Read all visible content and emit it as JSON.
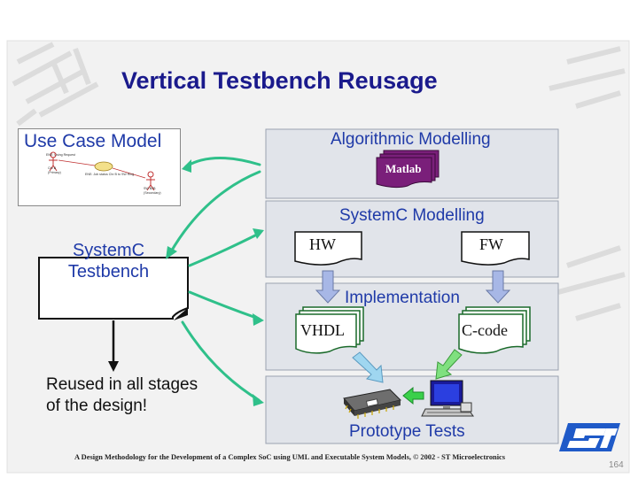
{
  "slide": {
    "title": "Vertical Testbench Reusage",
    "footer": "A Design Methodology for the Development of a Complex SoC using UML and Executable System Models, © 2002 - ST Microelectronics",
    "page_number": "164"
  },
  "use_case": {
    "label": "Use Case Model",
    "actors": [
      "Chr B",
      "SW B2B"
    ],
    "actor_roles": [
      "(Primary)",
      "(Secondary)"
    ],
    "messages": [
      "ENE: Using Request",
      "ENE: Job status Chr B to SW Ring"
    ]
  },
  "testbench": {
    "line1": "SystemC",
    "line2": "Testbench"
  },
  "reuse_note": {
    "line1": "Reused in all stages",
    "line2": "of the design!"
  },
  "panels": {
    "algorithmic": "Algorithmic Modelling",
    "systemc": "SystemC Modelling",
    "implementation": "Implementation",
    "prototype": "Prototype Tests"
  },
  "docs": {
    "matlab": "Matlab",
    "hw": "HW",
    "fw": "FW",
    "vhdl": "VHDL",
    "ccode": "C-code"
  },
  "colors": {
    "title": "#1a1a8c",
    "label_blue": "#1f3aa8",
    "arrow_green": "#2fc08a",
    "matlab_purple": "#7a1f7a",
    "vhdl_border": "#1a6a2a"
  }
}
